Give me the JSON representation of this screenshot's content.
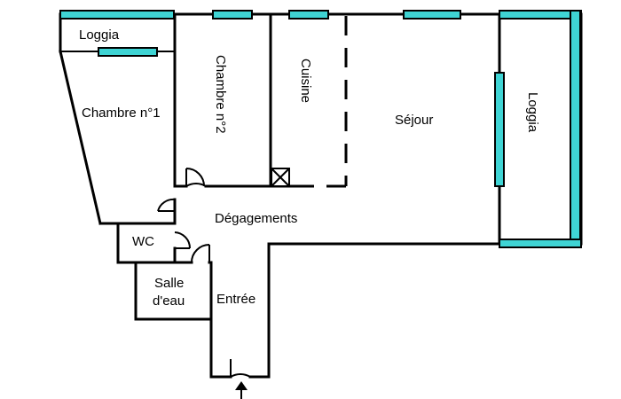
{
  "plan": {
    "window_color": "#3fd4d4",
    "wall_color": "#000000",
    "entrance_arrow_icon": "arrow-up",
    "rooms": {
      "loggia_left": "Loggia",
      "chambre1": "Chambre n°1",
      "chambre2": "Chambre n°2",
      "cuisine": "Cuisine",
      "sejour": "Séjour",
      "loggia_right": "Loggia",
      "degagements": "Dégagements",
      "wc": "WC",
      "salle_eau_line1": "Salle",
      "salle_eau_line2": "d'eau",
      "entree": "Entrée"
    }
  }
}
